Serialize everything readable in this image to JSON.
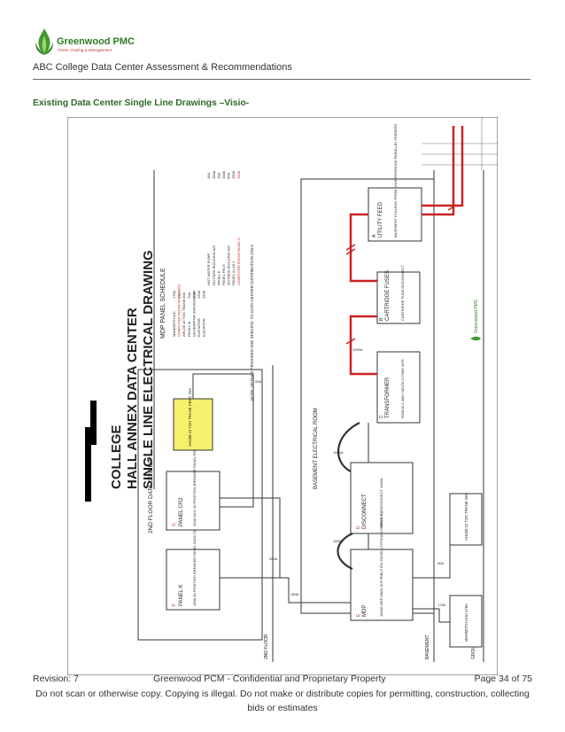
{
  "logo": {
    "name": "Greenwood PMC",
    "tagline": "Power Cooling & Management"
  },
  "document_title": "ABC College Data Center Assessment & Recommendations",
  "section_heading": "Existing Data Center Single Line Drawings –Visio-",
  "drawing": {
    "title_lines": [
      "COLLEGE",
      "HALL ANNEX DATA CENTER",
      "SINGLE LINE ELECTRICAL DRAWING"
    ],
    "schedule_title": "MDP PANEL SCHEDULE",
    "schedule_rows": [
      {
        "name": "MAMMOTH A/C",
        "amps": "175A"
      },
      {
        "name": "COMPUTER ROOM PANEL CR2",
        "amps": "200A"
      },
      {
        "name": "AHU28 10 TON TRANE",
        "amps": "40A"
      },
      {
        "name": "PANEL M",
        "amps": "70A"
      },
      {
        "name": "GENERATOR 30KVA/30KW",
        "amps": "100A"
      },
      {
        "name": "ELEVATOR",
        "amps": "125A"
      },
      {
        "name": "ELEVATOR",
        "amps": "150A"
      },
      {
        "name": "HOT WATER PUMP",
        "amps": "15A"
      },
      {
        "name": "OUTSIDE BUILDING A/C",
        "amps": "150A"
      },
      {
        "name": "PANEL P",
        "amps": "70A"
      },
      {
        "name": "PANEL PB-O",
        "amps": "100A"
      },
      {
        "name": "OUTSIDE BUILDING A/C",
        "amps": "60A"
      },
      {
        "name": "PANEL 4 L18 J",
        "amps": "150A"
      },
      {
        "name": "COMPUTER ROOM PANEL K",
        "amps": "150A"
      }
    ],
    "note": "NOTE: DETAILS PROVIDED ARE SPECIFIC TO DATA CENTER DISTRIBUTION ONLY",
    "floor_area_label": "2ND FLOOR DATA CENTER",
    "floor_line_label": "2ND FLOOR",
    "basement_room_label": "BASEMENT ELECTRICAL ROOM",
    "basement_line_label": "BASEMENT",
    "ground_level_label": "GROUND LEVEL",
    "panel_k": {
      "letter": "F",
      "title": "PANEL K",
      "desc": "150A 40 POSITION BREAKER PANEL DATA CENTER"
    },
    "panel_cr2": {
      "letter": "G",
      "title": "PANEL CR2",
      "desc": "200A MLO 40 POSITION BREAKER PANEL ROOM A32"
    },
    "ahu28": {
      "desc": "AHU28 10 TON TRANE CRAC 20A"
    },
    "mdp": {
      "letter": "E",
      "title": "MDP",
      "desc": "1000A MDP MAIN DISTRIBUTION PANEL (TYPICALLY PANEL G)"
    },
    "disconnect": {
      "letter": "D",
      "title": "DISCONNECT",
      "desc": "SERVICE DISCONNECT 1000A"
    },
    "transformer": {
      "letter": "C",
      "title": "TRANSFORMER",
      "desc": "500KVA 2,400V DELTA 277/480 WYE"
    },
    "cartridge": {
      "letter": "B",
      "title": "CARTRIDGE FUSES",
      "desc": "CARTRIDGE FUSE DISCONNECT"
    },
    "utility": {
      "letter": "A",
      "title": "UTILITY FEED",
      "desc": "BASEMENT PULLBOX FROM UNDERGROUND PARALLEL FEEDERS"
    },
    "ahu_basement": {
      "desc": "AHU28 10 TON TRANE 40A"
    },
    "mammoth": {
      "desc": "MAMMOTH AHU 175A"
    },
    "wire_labels": [
      "150A",
      "200A",
      "1000A",
      "1000A",
      "1000A",
      "175A",
      "40A",
      "20A"
    ],
    "stamp_name": "Greenwood PMC"
  },
  "footer": {
    "revision": "Revision:  7",
    "confidential": "Greenwood PCM - Confidential and Proprietary Property",
    "page": "Page 34 of 75"
  },
  "notice": "Do not scan or otherwise copy. Copying is illegal. Do not make or distribute copies for permitting, construction, collecting bids or estimates",
  "colors": {
    "heading_green": "#2f6b2a",
    "feed_red": "#cc2222",
    "ahu_yellow": "#f4f16a",
    "redaction": "#000000"
  }
}
